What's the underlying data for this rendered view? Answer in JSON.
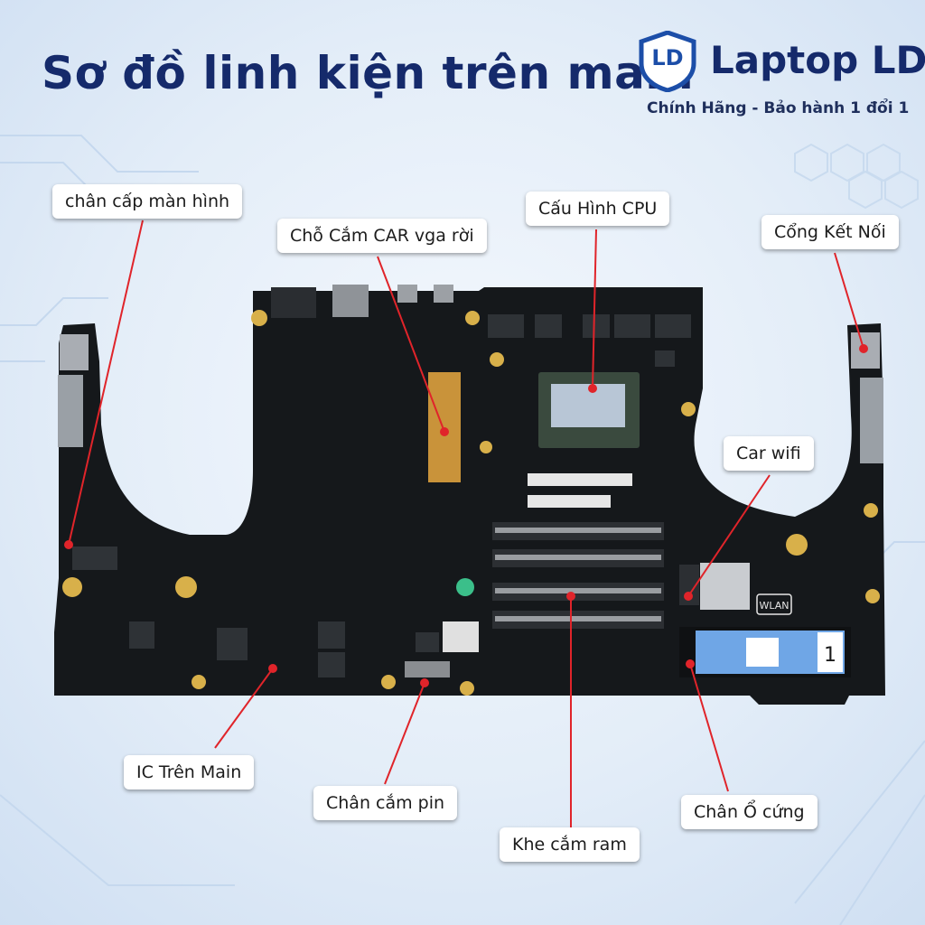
{
  "header": {
    "title": "Sơ đồ linh kiện trên main",
    "brand_logo_text": "LD",
    "brand_name": "Laptop LD",
    "brand_tagline": "Chính Hãng - Bảo hành 1 đổi 1"
  },
  "labels": {
    "display_connector": "chân cấp màn hình",
    "vga_slot": "Chỗ Cắm CAR vga rời",
    "cpu": "Cấu Hình CPU",
    "ports": "Cổng Kết Nối",
    "wifi_card": "Car wifi",
    "ic_on_main": "IC Trên Main",
    "battery_connector": "Chân cắm pin",
    "ram_slot": "Khe cắm ram",
    "storage_connector": "Chân Ổ cứng"
  },
  "board_marks": {
    "wlan": "WLAN",
    "ssd_number": "1"
  },
  "colors": {
    "title": "#152a6b",
    "board": "#14171a",
    "pointer": "#e0242a",
    "gold": "#d8b04a",
    "cpu_die": "#b8c6d6"
  }
}
